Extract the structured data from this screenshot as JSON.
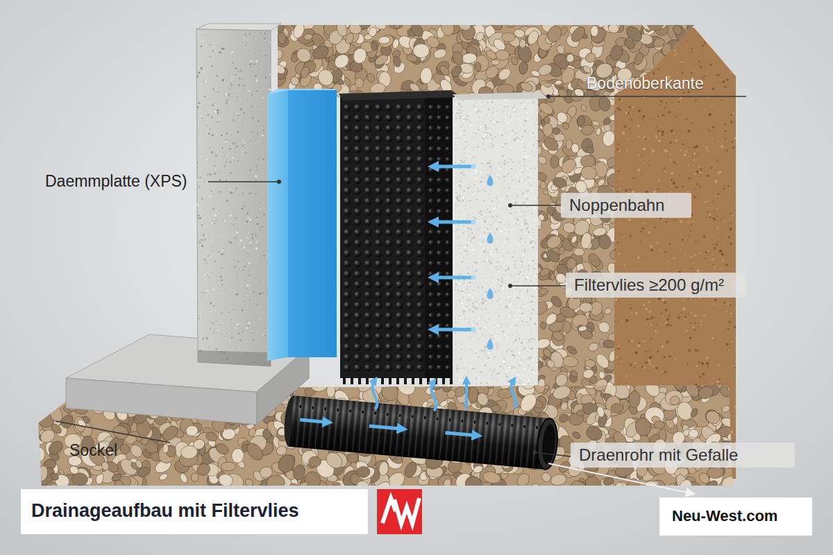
{
  "diagram": {
    "title": "Drainageaufbau mit Filtervlies",
    "nodes": [
      {
        "text": [
          "Noppenbahn"
        ]
      },
      {
        "text": [
          "Filtervlies ≥200 g/m²"
        ]
      },
      {
        "text": [
          "Draenrohr mit Gefalle"
        ]
      }
    ],
    "labels": [
      "Bodenoberkante",
      "Daemmplatte (XPS)",
      "Sockel",
      "Neu-West.com"
    ]
  }
}
